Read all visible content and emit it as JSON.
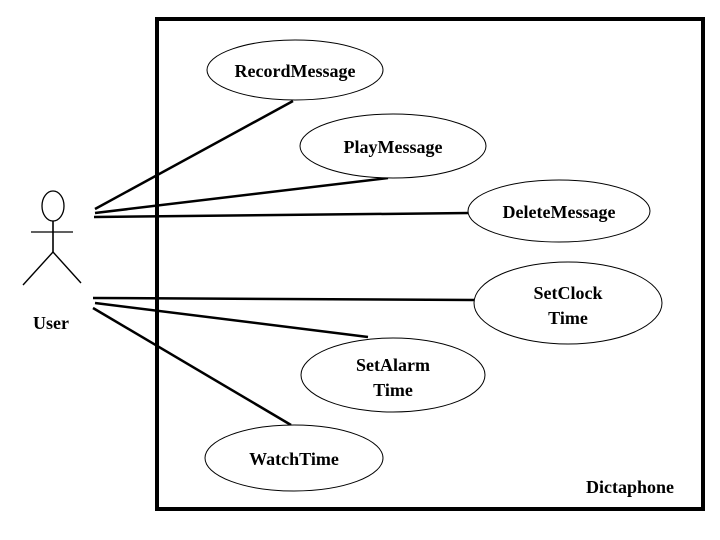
{
  "colors": {
    "background": "#ffffff",
    "stroke": "#000000",
    "text": "#000000"
  },
  "actor": {
    "name": "User"
  },
  "system": {
    "label": "Dictaphone"
  },
  "use_cases": [
    {
      "name": "RecordMessage",
      "lines": [
        "RecordMessage"
      ]
    },
    {
      "name": "PlayMessage",
      "lines": [
        "PlayMessage"
      ]
    },
    {
      "name": "DeleteMessage",
      "lines": [
        "DeleteMessage"
      ]
    },
    {
      "name": "SetClockTime",
      "lines": [
        "SetClock",
        "Time"
      ]
    },
    {
      "name": "SetAlarmTime",
      "lines": [
        "SetAlarm",
        "Time"
      ]
    },
    {
      "name": "WatchTime",
      "lines": [
        "WatchTime"
      ]
    }
  ],
  "associations": [
    {
      "from": "User",
      "to": "RecordMessage"
    },
    {
      "from": "User",
      "to": "PlayMessage"
    },
    {
      "from": "User",
      "to": "DeleteMessage"
    },
    {
      "from": "User",
      "to": "SetClockTime"
    },
    {
      "from": "User",
      "to": "SetAlarmTime"
    },
    {
      "from": "User",
      "to": "WatchTime"
    }
  ]
}
